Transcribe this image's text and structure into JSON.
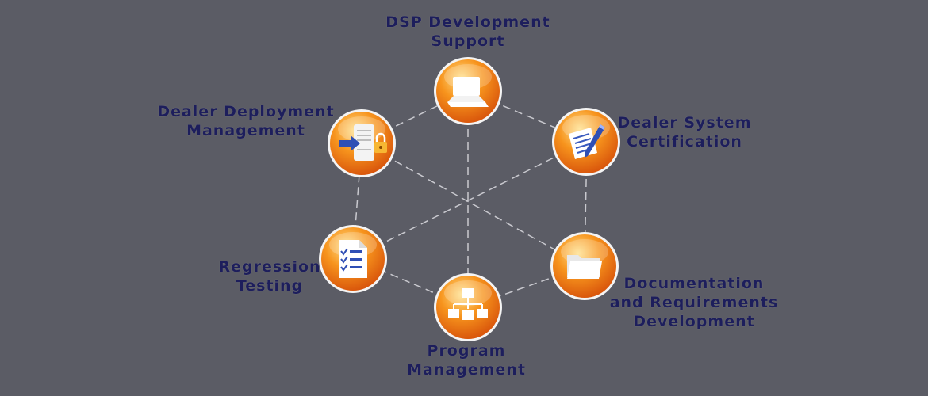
{
  "colors": {
    "background": "#5b5c65",
    "label": "#1d1e5c",
    "orb_light": "#ffd27a",
    "orb_mid": "#f7941d",
    "orb_dark": "#d9530c",
    "connector": "#c9c9cf"
  },
  "nodes": [
    {
      "id": "dsp",
      "icon": "laptop-icon",
      "label_lines": [
        "DSP Development",
        "Support"
      ]
    },
    {
      "id": "certification",
      "icon": "pen-document-icon",
      "label_lines": [
        "Dealer System",
        "Certification"
      ]
    },
    {
      "id": "documentation",
      "icon": "folder-icon",
      "label_lines": [
        "Documentation",
        "and Requirements",
        "Development"
      ]
    },
    {
      "id": "program",
      "icon": "org-chart-icon",
      "label_lines": [
        "Program",
        "Management"
      ]
    },
    {
      "id": "regression",
      "icon": "checklist-icon",
      "label_lines": [
        "Regression",
        "Testing"
      ]
    },
    {
      "id": "deployment",
      "icon": "secure-transfer-icon",
      "label_lines": [
        "Dealer Deployment",
        "Management"
      ]
    }
  ]
}
